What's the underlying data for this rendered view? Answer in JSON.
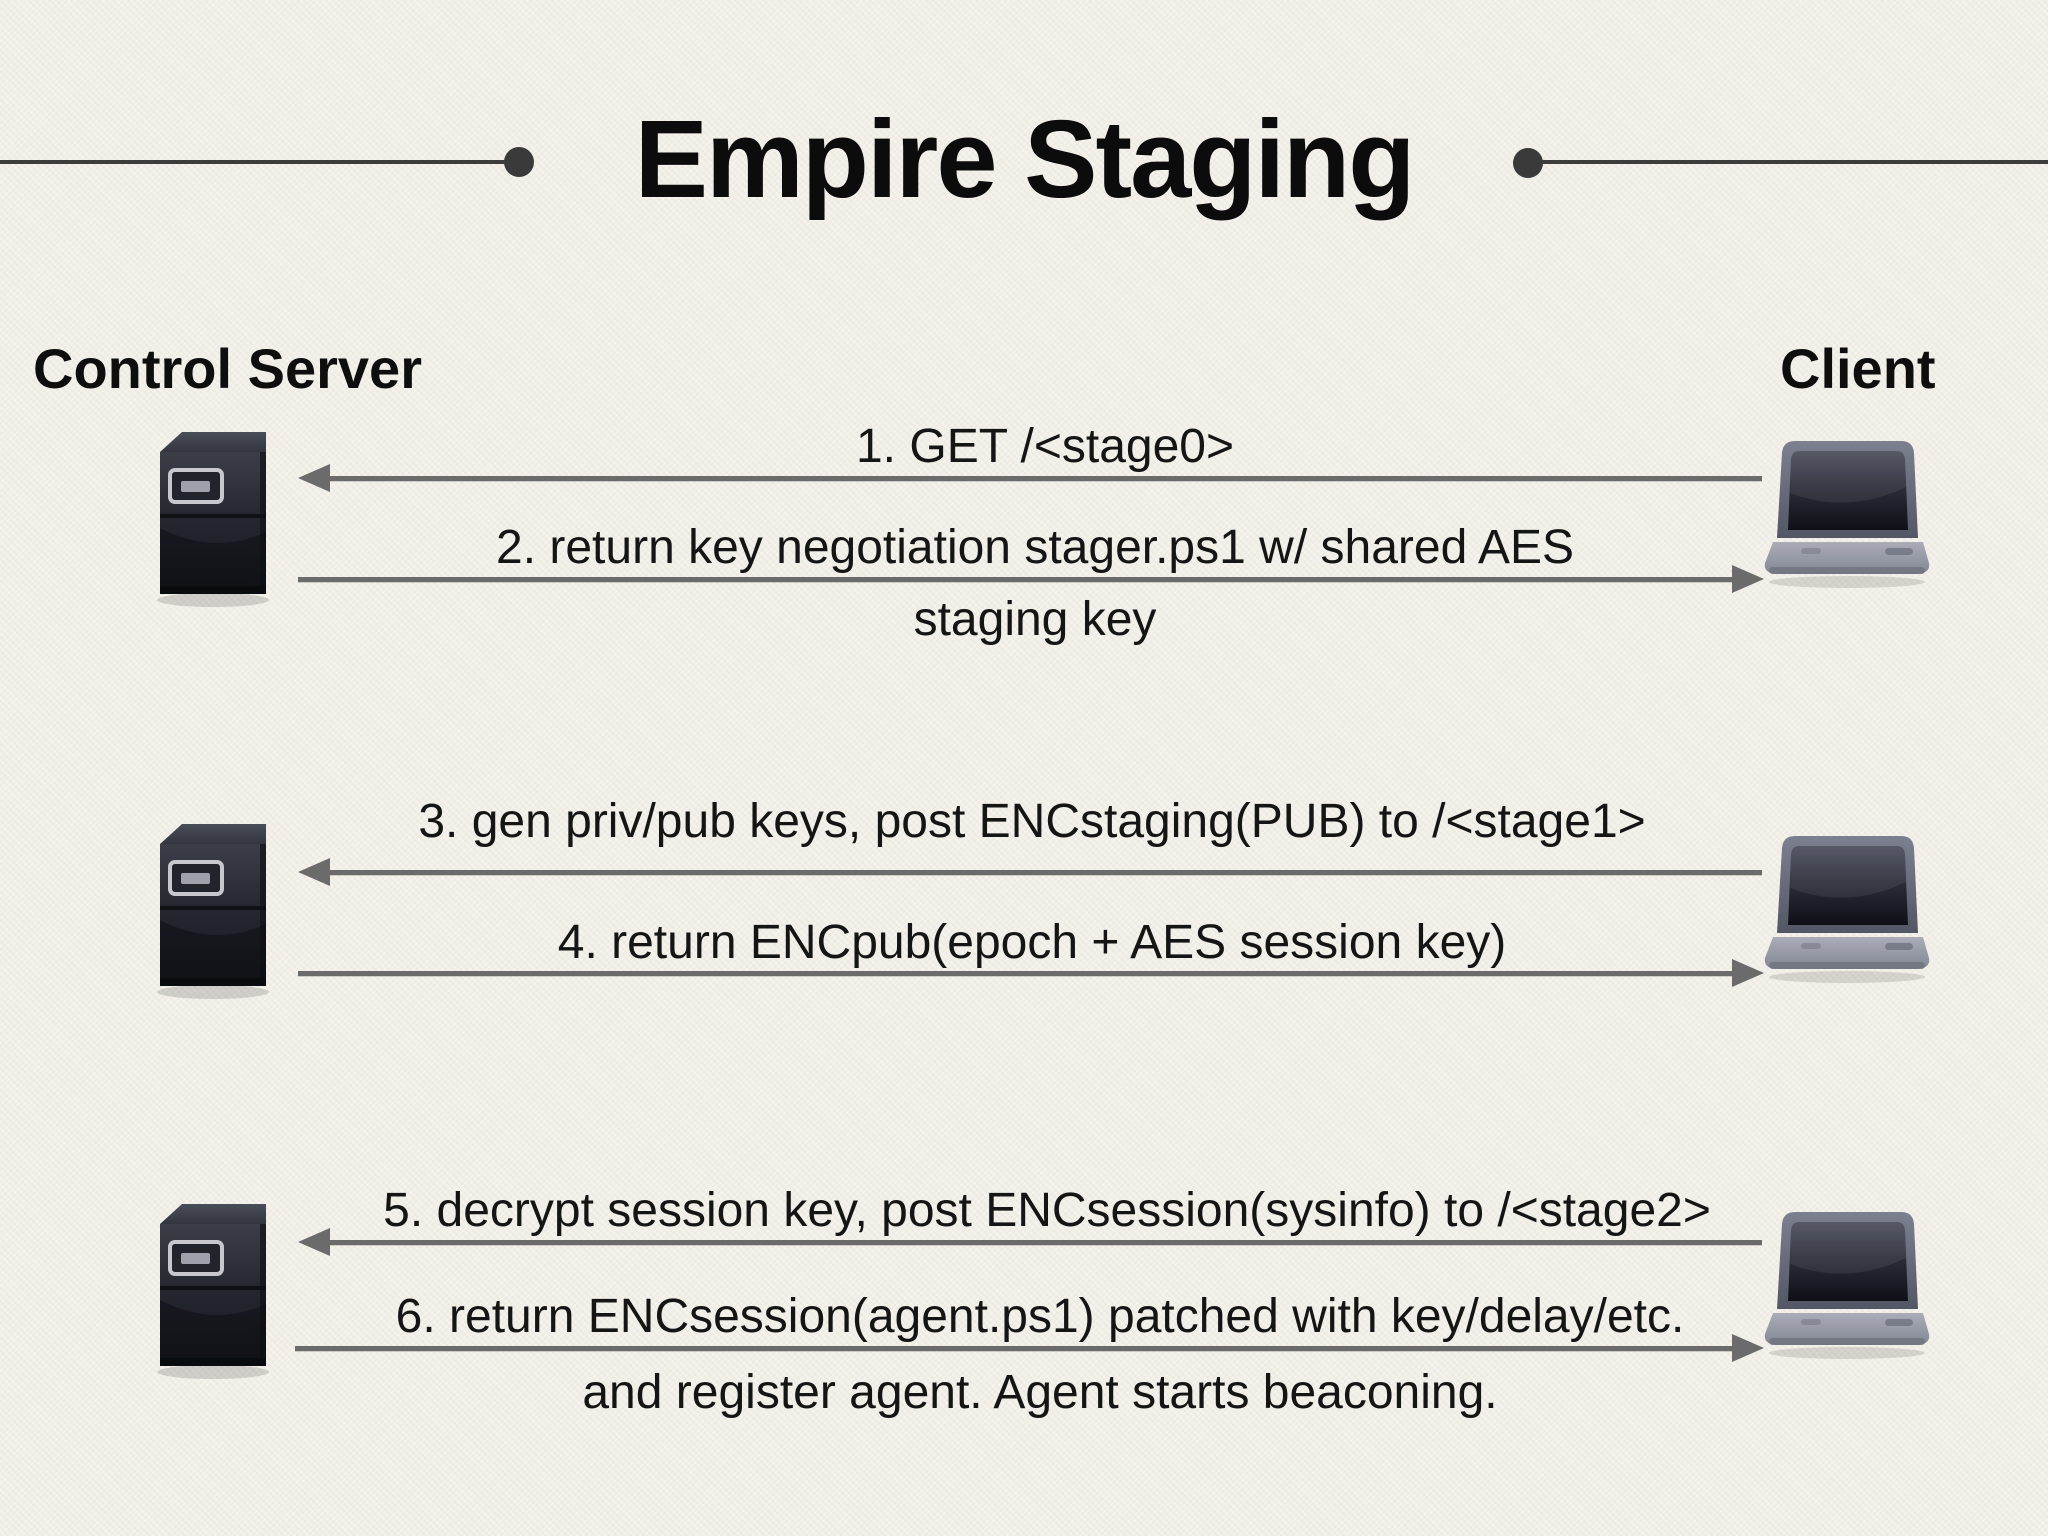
{
  "slide": {
    "title": "Empire Staging"
  },
  "actors": {
    "server": {
      "label": "Control Server",
      "icon": "server-tower-icon"
    },
    "client": {
      "label": "Client",
      "icon": "laptop-icon"
    }
  },
  "messages": [
    {
      "step": "1",
      "direction": "to-server",
      "text": "1. GET /<stage0>"
    },
    {
      "step": "2",
      "direction": "to-client",
      "text": "2. return key negotiation stager.ps1 w/ shared AES",
      "text_below": "staging key"
    },
    {
      "step": "3",
      "direction": "to-server",
      "text": "3. gen priv/pub keys, post ENCstaging(PUB) to /<stage1>"
    },
    {
      "step": "4",
      "direction": "to-client",
      "text": "4. return ENCpub(epoch + AES session key)"
    },
    {
      "step": "5",
      "direction": "to-server",
      "text": "5. decrypt session key, post ENCsession(sysinfo) to /<stage2>"
    },
    {
      "step": "6",
      "direction": "to-client",
      "text": "6. return ENCsession(agent.ps1) patched with key/delay/etc.",
      "text_below": "and register agent. Agent starts beaconing."
    }
  ],
  "colors": {
    "background": "#f2efe8",
    "text": "#121212",
    "arrow": "#6b6b6b",
    "title_rule": "#3d3d3d",
    "server_body": "#23252d",
    "laptop_base": "#9599a6"
  }
}
